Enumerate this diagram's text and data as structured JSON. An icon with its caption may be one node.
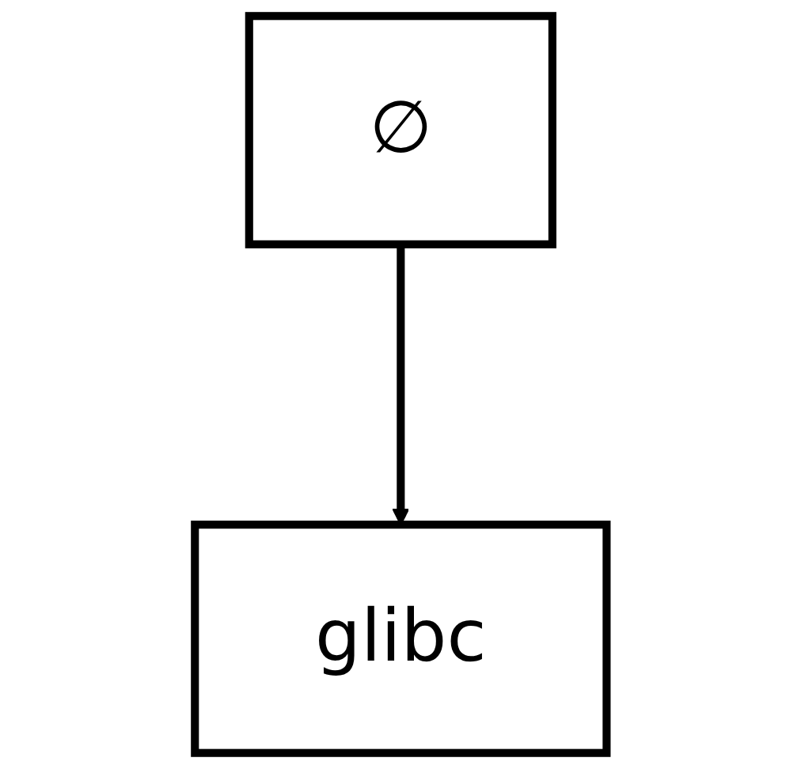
{
  "diagram": {
    "nodes": [
      {
        "text": [
          "∅"
        ]
      },
      {
        "text": [
          "glibc"
        ]
      }
    ],
    "edges": [
      {
        "from": 0,
        "to": 1,
        "arrow": "to"
      }
    ]
  }
}
